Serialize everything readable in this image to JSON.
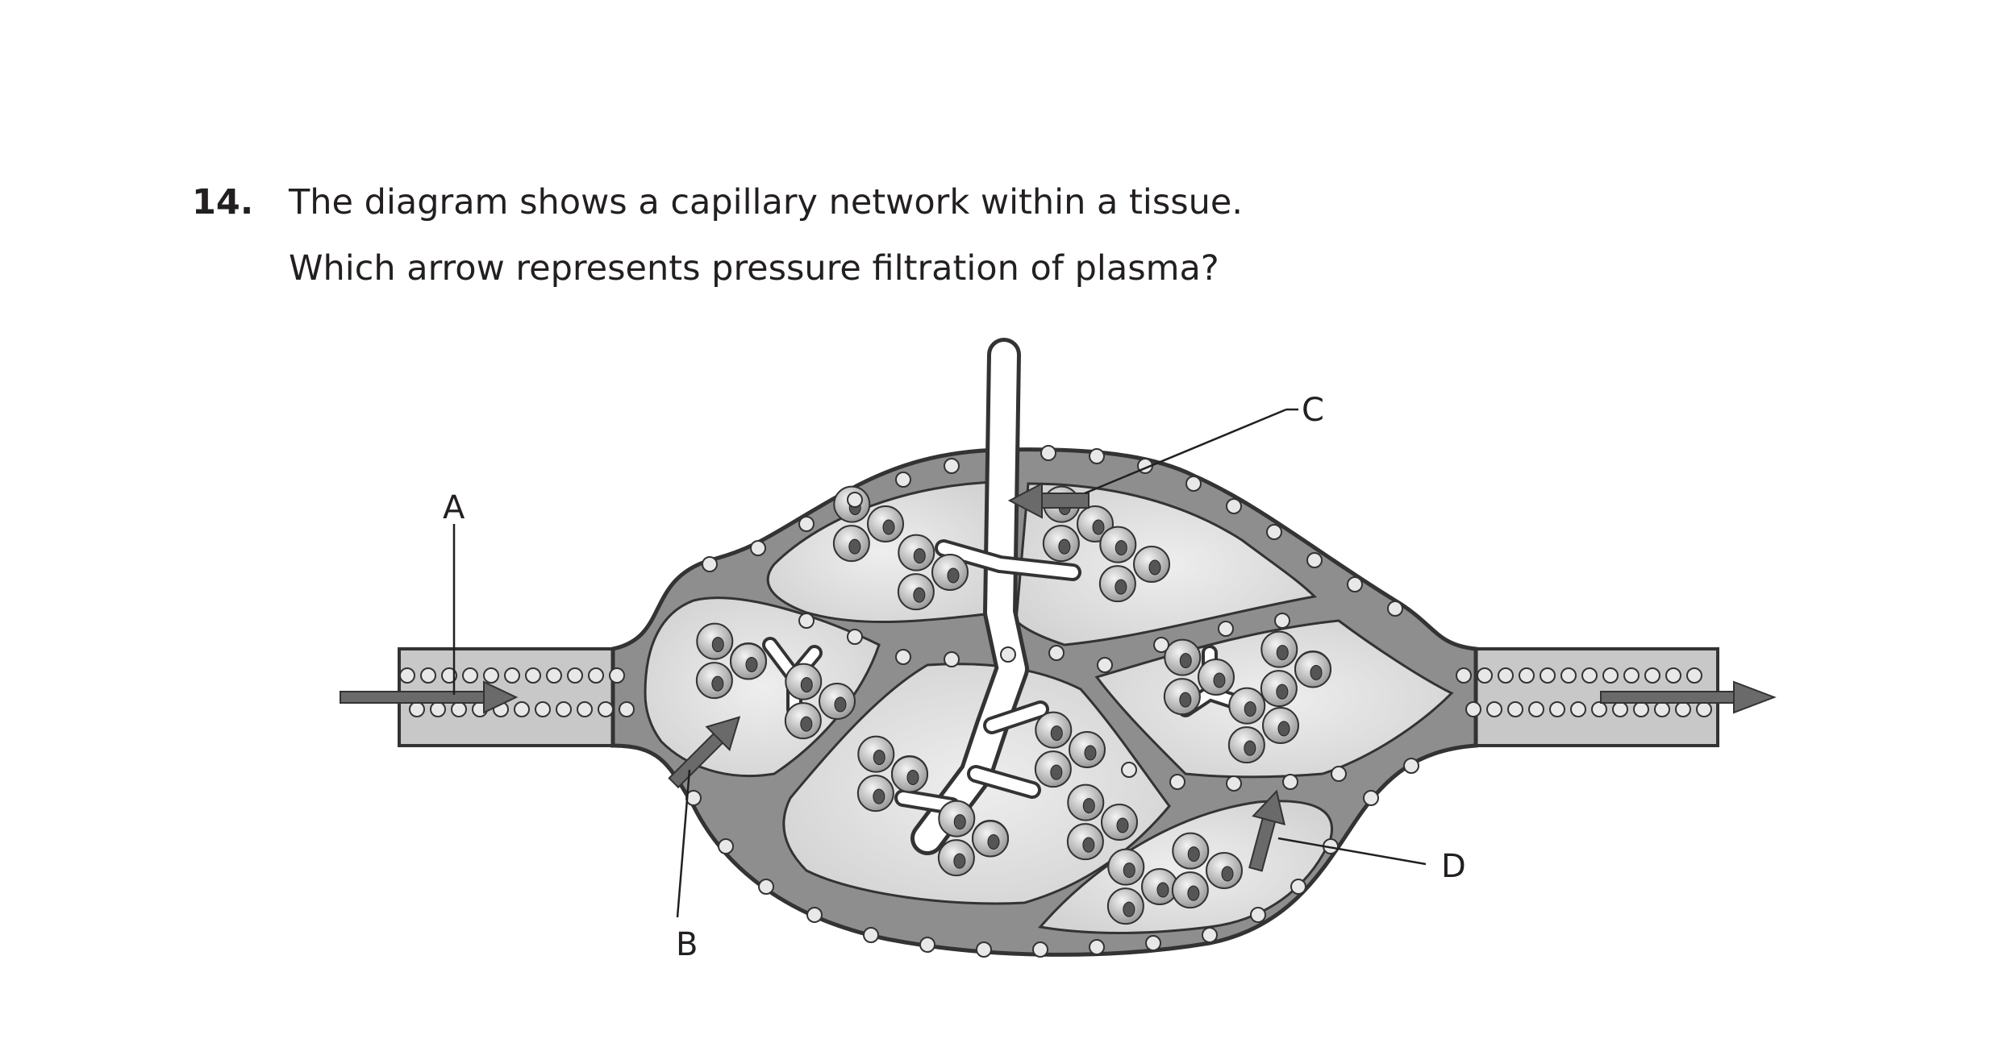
{
  "question": {
    "number": "14.",
    "line1": "The diagram shows a capillary network within a tissue.",
    "line2": "Which arrow represents pressure filtration of plasma?"
  },
  "diagram": {
    "labels": {
      "a": "A",
      "b": "B",
      "c": "C",
      "d": "D"
    },
    "colors": {
      "vessel_wall": "#555555",
      "lumen": "#c8c8c8",
      "tissue_fluid": "#e2e2e2",
      "arrow": "#6a6a6a",
      "outline": "#333333"
    }
  }
}
